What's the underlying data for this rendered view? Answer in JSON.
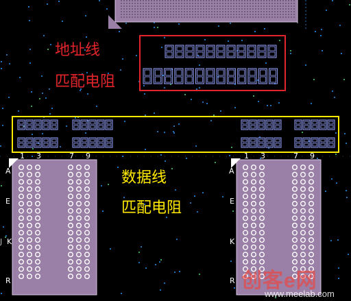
{
  "colors": {
    "background": "#000000",
    "dot": "#1f6fb8",
    "green_dot": "#3fa35a",
    "resistor": "#9aa6ff",
    "chip_fill": "#9a7fa6",
    "chip_border": "#d8c6e0",
    "ball": "#000000",
    "address_box": "#e3252b",
    "data_box": "#ffea00",
    "address_text": "#e3252b",
    "data_text": "#ffea00"
  },
  "address_label": {
    "line1": "地址线",
    "line2": "匹配电阻"
  },
  "data_label": {
    "line1": "数据线",
    "line2": "匹配电阻"
  },
  "left_chip": {
    "column_numbers": [
      "1",
      "3",
      "7",
      "9"
    ],
    "row_letters": [
      "A",
      "E",
      "K",
      "R"
    ]
  },
  "right_chip": {
    "column_numbers": [
      "1",
      "3",
      "7",
      "9"
    ],
    "row_letters": [
      "A",
      "E",
      "K",
      "R"
    ]
  },
  "edge_letters": [
    "J",
    "K"
  ],
  "watermark": {
    "logo": "创客e网",
    "url": "www.meelab.com"
  }
}
